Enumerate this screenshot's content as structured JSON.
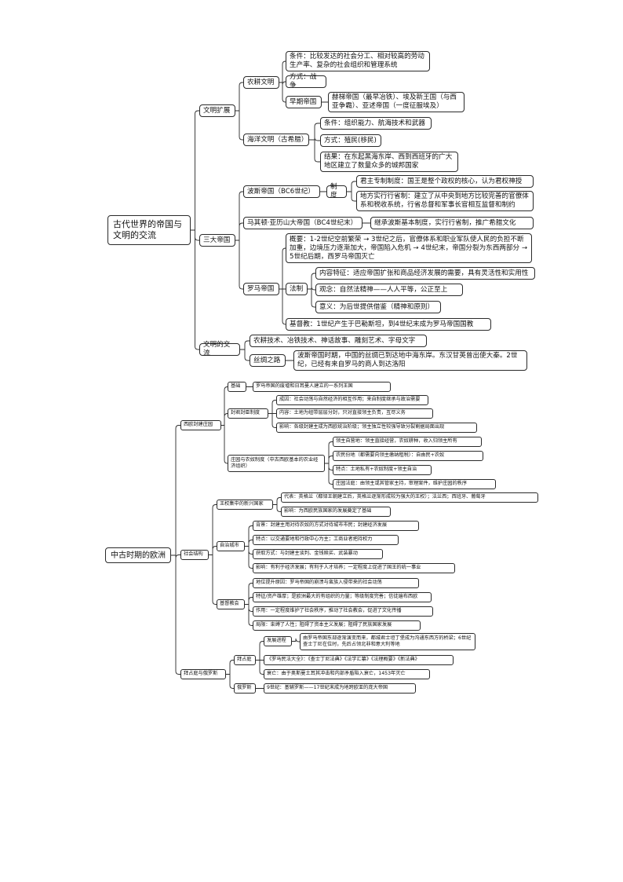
{
  "tree1": {
    "root": "古代世界的帝国与文明的交流",
    "wenming_kuozhan": {
      "label": "文明扩展",
      "nonggeng": {
        "label": "农耕文明",
        "tiaojian": "条件：比较发达的社会分工、相对较高的劳动生产率、复杂的社会组织和管理系统",
        "fangshi": "方式：战争",
        "zaoqi": {
          "label": "早期帝国",
          "content": "赫梯帝国（最早冶铁）、埃及新王国（与西亚争霸）、亚述帝国（一度征服埃及）"
        }
      },
      "haiyang": {
        "label": "海洋文明（古希腊）",
        "tiaojian": "条件：组织能力、航海技术和武器",
        "fangshi": "方式：殖民(移民)",
        "jieguo": "结果：在东起黑海东岸、西到西班牙的广大地区建立了数量众多的城邦国家"
      }
    },
    "san_da": {
      "label": "三大帝国",
      "bosi": {
        "label": "波斯帝国（BC6世纪）",
        "zhidu": "制度",
        "junzhu": "君主专制制度：国王是整个政权的核心，认为君权神授",
        "difang": "地方实行行省制：建立了从中央到地方比较完善的官僚体系和税收系统，行省总督和军事长官相互监督和制约"
      },
      "makedun": {
        "label": "马其顿·亚历山大帝国（BC4世纪末）",
        "content": "继承波斯基本制度，实行行省制，推广希腊文化"
      },
      "luoma": {
        "label": "罗马帝国",
        "gaiyao": "概要：1-2世纪空前繁荣 → 3世纪之后，官僚体系和职业军队使人民的负担不断加重，边境压力逐渐加大，帝国陷入危机 → 4世纪末，帝国分裂为东西两部分 → 5世纪后期，西罗马帝国灭亡",
        "fazhi": {
          "label": "法制",
          "neirong": "内容特征：适应帝国扩张和商品经济发展的需要，具有灵活性和实用性",
          "guannian": "观念：自然法精神——人人平等，公正至上",
          "yiyi": "意义：为后世提供借鉴（精神和原则）"
        },
        "jidujiao": "基督教：1世纪产生于巴勒斯坦，到4世纪末成为罗马帝国国教"
      }
    },
    "jiaoliu": {
      "label": "文明的交流",
      "nonggeng_jishu": "农耕技术、冶铁技术、神话故事、雕刻艺术、字母文字",
      "sichou": {
        "label": "丝绸之路",
        "content": "波斯帝国时期，中国的丝绸已到达地中海东岸。东汉甘英曾出使大秦。2世纪，已经有来自罗马的商人到达洛阳"
      }
    }
  },
  "tree2": {
    "root": "中古时期的欧洲",
    "xiou": {
      "label": "西欧封建庄园",
      "jichu": {
        "label": "基础",
        "content": "罗马帝国的废墟和日耳曼人建立的一系列王国"
      },
      "fengjun": {
        "label": "封君封臣制度",
        "chengyin": "成因：社会动荡与自然经济的相互作用；来自制度继承与政治需要",
        "neirong": "内容：土地为纽带层层分封，只对直接领主负责，互尽义务",
        "yingxiang": "影响：各级封建主成为西欧统治阶级；领主独立性较强导致分裂割据局面出现"
      },
      "zhuangyuan": {
        "label": "庄园与农奴制度（中古西欧基本的农业经济组织）",
        "ziyong": "领主自营地：领主直接经营，农奴耕种，收入归领主所有",
        "fuyong": "农民份地（都需要向领主缴纳租税）：自由民+农奴",
        "tedian": "特点：土地私有+农奴制度+领主自治",
        "fating": "庄园法庭：由领主或其管家主持，审理案件，维护庄园的秩序"
      }
    },
    "shehui": {
      "label": "社会结构",
      "wangquan": {
        "label": "王权集中的新兴国家",
        "daibiao": "代表：英格兰（都铎王朝建立后，英格兰逐渐形成较为强大的王权）；法兰西；西班牙、葡萄牙",
        "yingxiang": "影响：为西欧民族国家的发展奠定了基础"
      },
      "zizhi": {
        "label": "自治城市",
        "beijing": "背景：封建主用对待农奴的方式对待城市市民；封建经济发展",
        "tedian": "特点：以交通要地和行政中心为主；工商业者把持权力",
        "huoqu": "获取方式：与封建主谈判、金钱赎买、武装暴动",
        "yingxiang": "影响：有利于经济发展；有利于人才培养；一定程度上促进了国王的统一事业"
      },
      "jiaohui": {
        "label": "基督教会",
        "diwei": "地位提升原因：罗马帝国的崩溃与蛮族入侵带来的社会动荡",
        "tezheng": "特征/资产雄厚；是欧洲最大的有组织的力量；等级制度完善；信徒遍布西欧",
        "zuoyong": "作用：一定程度维护了社会秩序，推动了社会教会，促进了文化传播",
        "juxian": "局限：束缚了人性；阻碍了资本主义发展；阻碍了民族国家发展"
      }
    },
    "baizhanting_eluosi": {
      "label": "拜占庭与俄罗斯",
      "baizhanting": {
        "label": "拜占庭",
        "fazhan": {
          "label": "发展进程",
          "content": "由罗马帝国东部逐渐演变而来，都城君士坦丁堡成为沟通东西方的桥梁；6世纪查士丁尼在位时，先后占领北非和意大利等地"
        },
        "fadian": "《罗马民法大全》：《查士丁尼法典》《法学汇纂》《法理概要》《新法典》",
        "shuaiwang": "衰亡：由于奥斯曼土耳其冲击和内部矛盾陷入衰亡，1453年灭亡"
      },
      "eluosi": {
        "label": "俄罗斯",
        "content": "9世纪：基辅罗斯——17世纪末成为地跨欧亚的庞大帝国"
      }
    }
  }
}
